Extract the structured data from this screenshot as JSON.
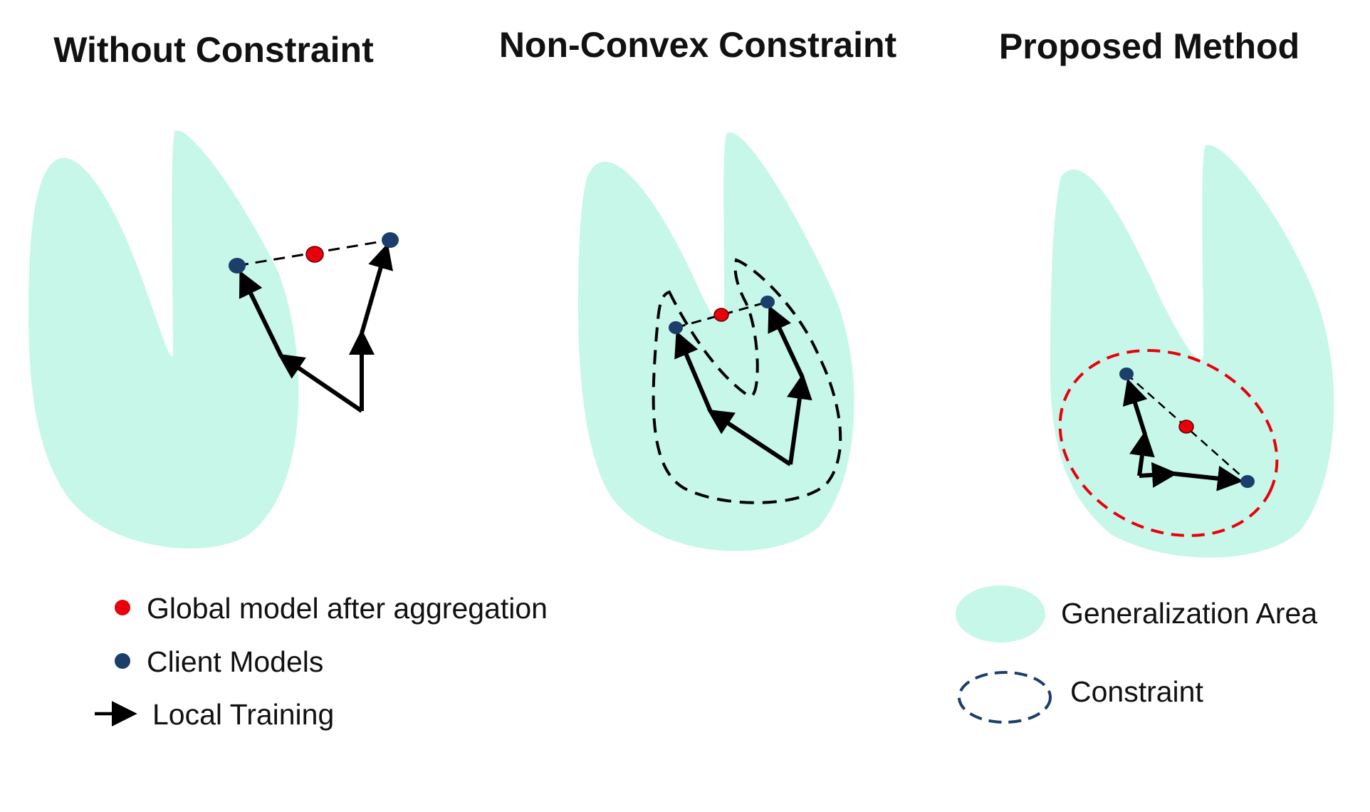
{
  "colors": {
    "generalization_area": "#c6f7e9",
    "global_model": "#e8000b",
    "client_model": "#1b3e6b",
    "arrow": "#000000",
    "proposed_constraint": "#e8000b",
    "legend_constraint": "#1b3e6b"
  },
  "panels": [
    {
      "title": "Without Constraint"
    },
    {
      "title": "Non-Convex Constraint"
    },
    {
      "title": "Proposed Method"
    }
  ],
  "legend": {
    "global_model": "Global model after aggregation",
    "client_models": "Client Models",
    "local_training": "Local Training",
    "generalization_area": "Generalization Area",
    "constraint": "Constraint"
  }
}
